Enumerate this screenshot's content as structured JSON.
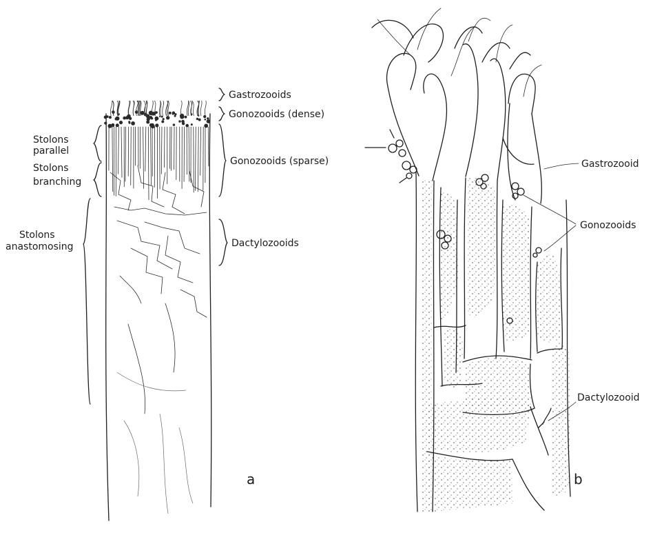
{
  "panel_a": {
    "letter": "a",
    "labels": {
      "gastrozooids": "Gastrozooids",
      "gonozooids_dense": "Gonozooids (dense)",
      "gonozooids_sparse": "Gonozooids (sparse)",
      "dactylozooids": "Dactylozooids",
      "stolons_parallel_1": "Stolons",
      "stolons_parallel_2": "parallel",
      "stolons_branching_1": "Stolons",
      "stolons_branching_2": "branching",
      "stolons_anastomosing_1": "Stolons",
      "stolons_anastomosing_2": "anastomosing"
    }
  },
  "panel_b": {
    "letter": "b",
    "labels": {
      "gastrozooid": "Gastrozooid",
      "gonozooids": "Gonozooids",
      "dactylozooid": "Dactylozooid"
    }
  }
}
